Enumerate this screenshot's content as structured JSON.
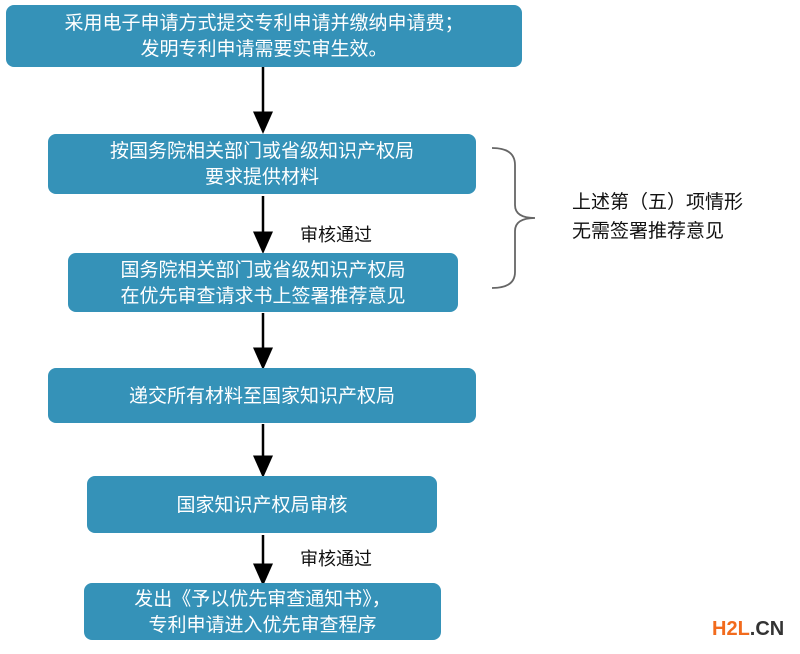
{
  "steps": [
    {
      "lines": [
        "采用电子申请方式提交专利申请并缴纳申请费；",
        "发明专利申请需要实审生效。"
      ]
    },
    {
      "lines": [
        "按国务院相关部门或省级知识产权局",
        "要求提供材料"
      ]
    },
    {
      "lines": [
        "国务院相关部门或省级知识产权局",
        "在优先审查请求书上签署推荐意见"
      ]
    },
    {
      "lines": [
        "递交所有材料至国家知识产权局"
      ]
    },
    {
      "lines": [
        "国家知识产权局审核"
      ]
    },
    {
      "lines": [
        "发出《予以优先审查通知书》，",
        "专利申请进入优先审查程序"
      ]
    }
  ],
  "arrow_labels": [
    "审核通过",
    "审核通过"
  ],
  "side_note": [
    "上述第（五）项情形",
    "无需签署推荐意见"
  ],
  "watermark": {
    "part1": "H2L",
    "part2": ".CN",
    "color1": "#f26b1d",
    "color2": "#333333"
  },
  "colors": {
    "box": "#3592b8"
  }
}
